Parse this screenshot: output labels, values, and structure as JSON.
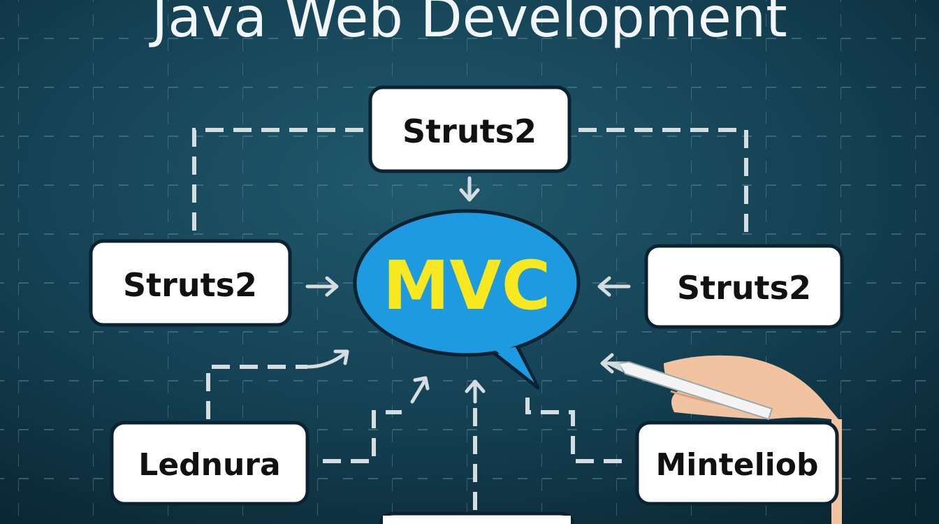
{
  "title": "Java Web Development",
  "center": {
    "label": "MVC",
    "bubble_color": "#1e9be0",
    "text_color": "#f7e81f"
  },
  "nodes": [
    {
      "id": "top",
      "label": "Struts2"
    },
    {
      "id": "left",
      "label": "Struts2"
    },
    {
      "id": "right",
      "label": "Struts2"
    },
    {
      "id": "bottom-left",
      "label": "Lednura"
    },
    {
      "id": "bottom-right",
      "label": "Minteliob"
    },
    {
      "id": "bottom",
      "label": ""
    }
  ],
  "colors": {
    "background": "#0e2f3d",
    "connector": "#d5dde0",
    "box": "#ffffff"
  }
}
